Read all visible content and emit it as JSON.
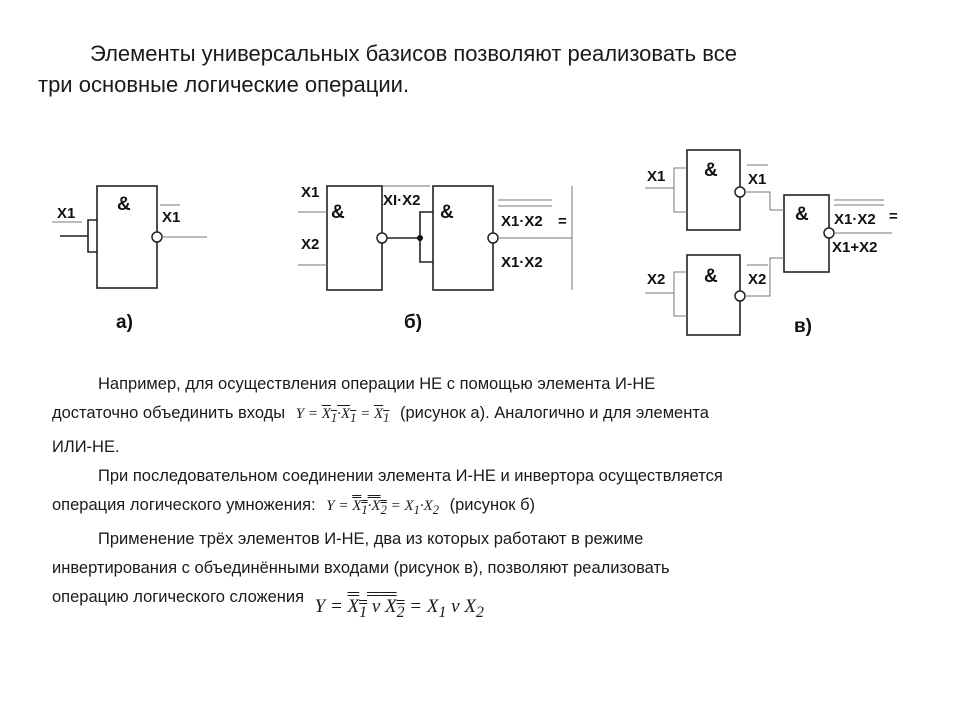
{
  "title": {
    "line1": "Элементы универсальных базисов позволяют реализовать все",
    "line2": "три основные логические операции."
  },
  "figures": {
    "gate_symbol": "&",
    "a": {
      "caption": "а)",
      "input": "X1",
      "output": "X1"
    },
    "b": {
      "caption": "б)",
      "input1": "X1",
      "input2": "X2",
      "mid_output": "XI·X2",
      "output_inv": "X1·X2",
      "output": "X1·X2",
      "eq": "="
    },
    "c": {
      "caption": "в)",
      "input1": "X1",
      "input2": "X2",
      "inv1": "X1",
      "inv2": "X2",
      "output_a": "X1·X2",
      "eq": "=",
      "output_b": "X1+X2"
    }
  },
  "body": {
    "p1_a": "Например, для осуществления операции НЕ с помощью элемента И-НЕ",
    "p1_b": "достаточно объединить входы",
    "p1_c": "(рисунок а). Аналогично и для элемента",
    "p1_d": "ИЛИ-НЕ.",
    "p2_a": "При последовательном соединении элемента И-НЕ и инвертора осуществляется",
    "p2_b": "операция логического умножения:",
    "p2_c": "(рисунок б)",
    "p3_a": "Применение трёх элементов И-НЕ, два из которых работают в режиме",
    "p3_b": "инвертирования с объединёнными входами (рисунок в), позволяют реализовать",
    "p3_c": "операцию логического сложения"
  },
  "formulas": {
    "f1": {
      "y": "Y",
      "eq1": "=",
      "t1": "X",
      "s1": "1",
      "op": "·",
      "t2": "X",
      "s2": "1",
      "eq2": "=",
      "t3": "X",
      "s3": "1"
    },
    "f2": {
      "y": "Y",
      "eq1": "=",
      "t1": "X",
      "s1": "1",
      "op1": "·",
      "t2": "X",
      "s2": "2",
      "eq2": "=",
      "t3": "X",
      "s3": "1",
      "op2": "·",
      "t4": "X",
      "s4": "2"
    },
    "f3": {
      "y": "Y",
      "eq1": "=",
      "t1": "X",
      "s1": "1",
      "op1": "v",
      "t2": "X",
      "s2": "2",
      "eq2": "=",
      "t3": "X",
      "s3": "1",
      "op2": "v",
      "t4": "X",
      "s4": "2"
    }
  }
}
